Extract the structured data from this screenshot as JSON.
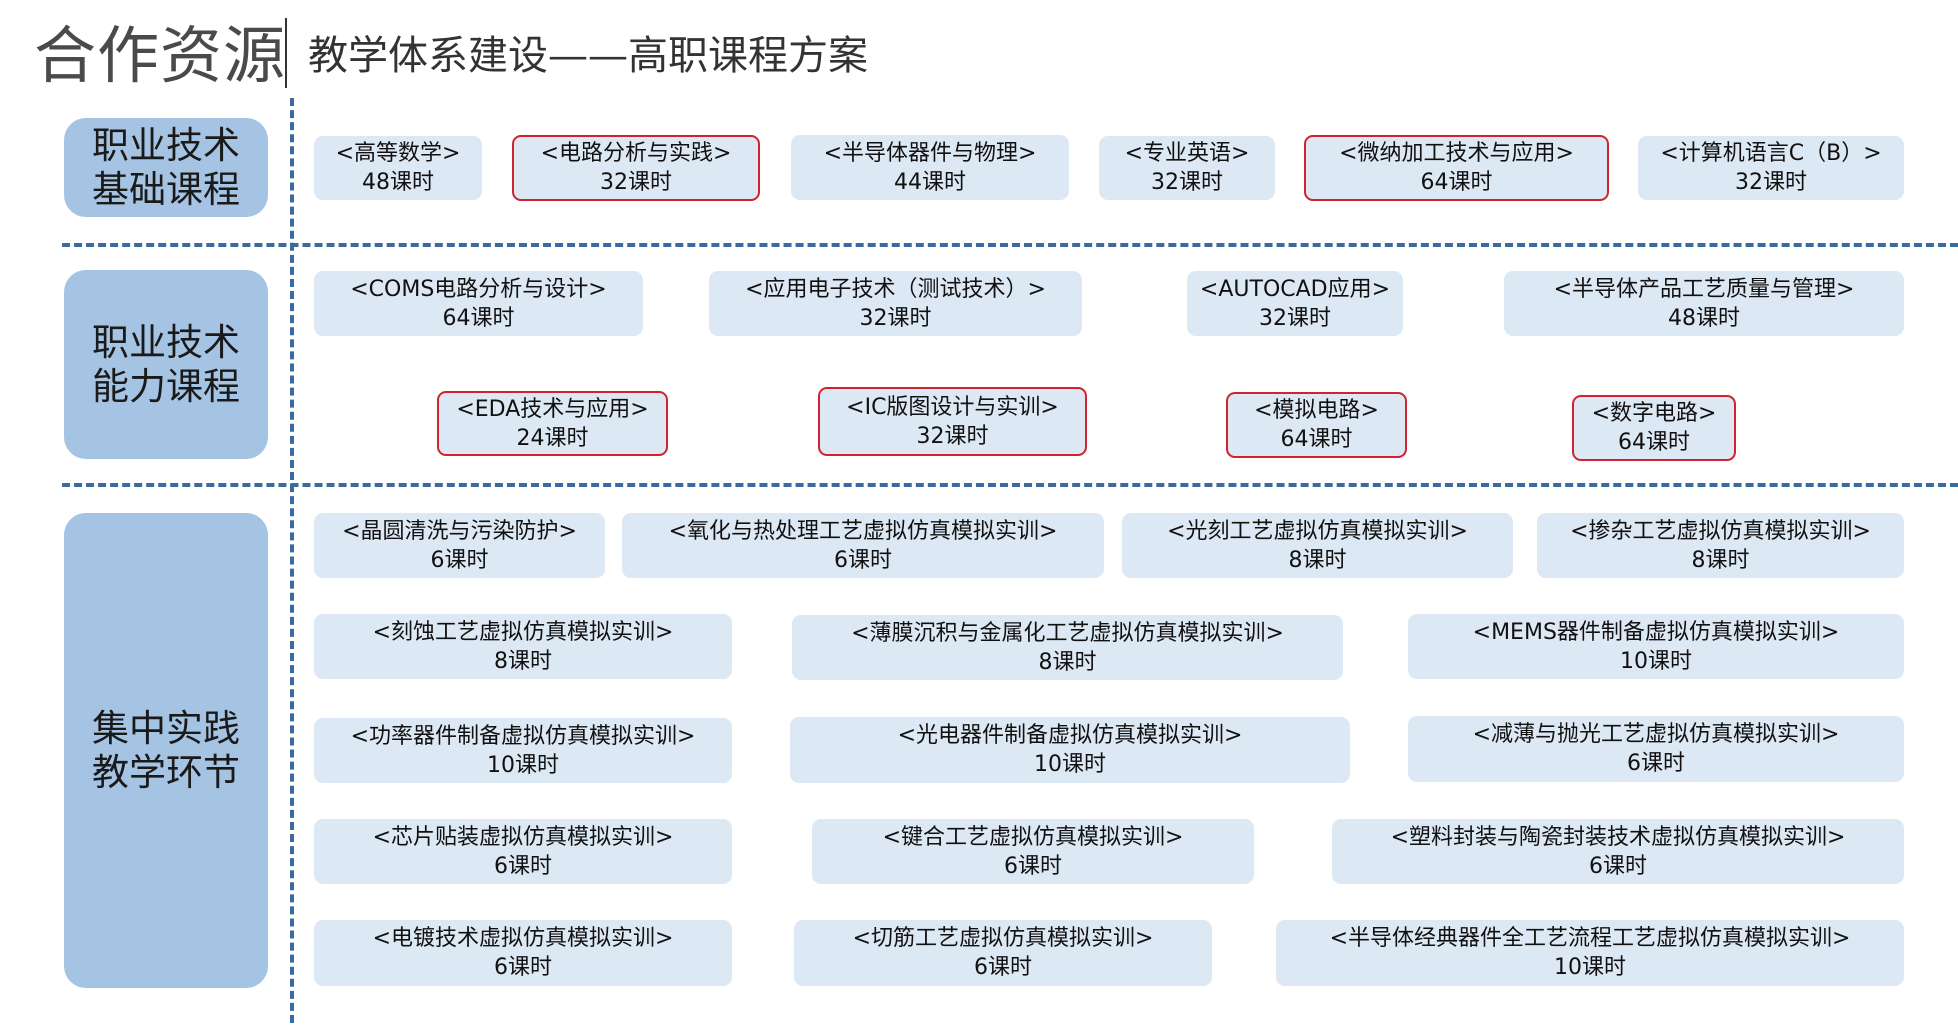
{
  "header": {
    "title": "合作资源",
    "subtitle": "教学体系建设——高职课程方案"
  },
  "categories": [
    "职业技术\n基础课程",
    "职业技术\n能力课程",
    "集中实践\n教学环节"
  ],
  "courses": [
    {
      "name": "<高等数学>",
      "hours": "48课时",
      "highlight": false
    },
    {
      "name": "<电路分析与实践>",
      "hours": "32课时",
      "highlight": true
    },
    {
      "name": "<半导体器件与物理>",
      "hours": "44课时",
      "highlight": false
    },
    {
      "name": "<专业英语>",
      "hours": "32课时",
      "highlight": false
    },
    {
      "name": "<微纳加工技术与应用>",
      "hours": "64课时",
      "highlight": true
    },
    {
      "name": "<计算机语言C（B）>",
      "hours": "32课时",
      "highlight": false
    },
    {
      "name": "<COMS电路分析与设计>",
      "hours": "64课时",
      "highlight": false
    },
    {
      "name": "<应用电子技术（测试技术）>",
      "hours": "32课时",
      "highlight": false
    },
    {
      "name": "<AUTOCAD应用>",
      "hours": "32课时",
      "highlight": false
    },
    {
      "name": "<半导体产品工艺质量与管理>",
      "hours": "48课时",
      "highlight": false
    },
    {
      "name": "<EDA技术与应用>",
      "hours": "24课时",
      "highlight": true
    },
    {
      "name": "<IC版图设计与实训>",
      "hours": "32课时",
      "highlight": true
    },
    {
      "name": "<模拟电路>",
      "hours": "64课时",
      "highlight": true
    },
    {
      "name": "<数字电路>",
      "hours": "64课时",
      "highlight": true
    },
    {
      "name": "<晶圆清洗与污染防护>",
      "hours": "6课时",
      "highlight": false
    },
    {
      "name": "<氧化与热处理工艺虚拟仿真模拟实训>",
      "hours": "6课时",
      "highlight": false
    },
    {
      "name": "<光刻工艺虚拟仿真模拟实训>",
      "hours": "8课时",
      "highlight": false
    },
    {
      "name": "<掺杂工艺虚拟仿真模拟实训>",
      "hours": "8课时",
      "highlight": false
    },
    {
      "name": "<刻蚀工艺虚拟仿真模拟实训>",
      "hours": "8课时",
      "highlight": false
    },
    {
      "name": "<薄膜沉积与金属化工艺虚拟仿真模拟实训>",
      "hours": "8课时",
      "highlight": false
    },
    {
      "name": "<MEMS器件制备虚拟仿真模拟实训>",
      "hours": "10课时",
      "highlight": false
    },
    {
      "name": "<功率器件制备虚拟仿真模拟实训>",
      "hours": "10课时",
      "highlight": false
    },
    {
      "name": "<光电器件制备虚拟仿真模拟实训>",
      "hours": "10课时",
      "highlight": false
    },
    {
      "name": "<减薄与抛光工艺虚拟仿真模拟实训>",
      "hours": "6课时",
      "highlight": false
    },
    {
      "name": "<芯片贴装虚拟仿真模拟实训>",
      "hours": "6课时",
      "highlight": false
    },
    {
      "name": "<键合工艺虚拟仿真模拟实训>",
      "hours": "6课时",
      "highlight": false
    },
    {
      "name": "<塑料封装与陶瓷封装技术虚拟仿真模拟实训>",
      "hours": "6课时",
      "highlight": false
    },
    {
      "name": "<电镀技术虚拟仿真模拟实训>",
      "hours": "6课时",
      "highlight": false
    },
    {
      "name": "<切筋工艺虚拟仿真模拟实训>",
      "hours": "6课时",
      "highlight": false
    },
    {
      "name": "<半导体经典器件全工艺流程工艺虚拟仿真模拟实训>",
      "hours": "10课时",
      "highlight": false
    }
  ]
}
